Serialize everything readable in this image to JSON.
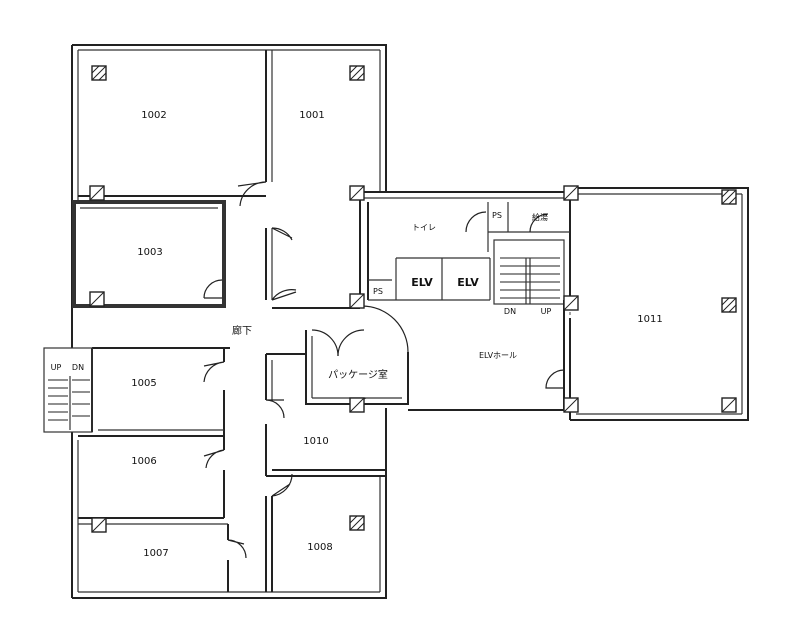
{
  "rooms": {
    "r1002": "1002",
    "r1001": "1001",
    "r1003": "1003",
    "r1011": "1011",
    "r1005": "1005",
    "r1006": "1006",
    "r1007": "1007",
    "r1010": "1010",
    "r1008": "1008"
  },
  "areas": {
    "corridor": "廊下",
    "toilet": "トイレ",
    "hot_water": "給湯",
    "ps_top": "PS",
    "ps_bottom": "PS",
    "elv1": "ELV",
    "elv2": "ELV",
    "elv_hall": "ELVホール",
    "package_room": "パッケージ室"
  },
  "stairs": {
    "right_dn": "DN",
    "right_up": "UP",
    "left_up": "UP",
    "left_dn": "DN"
  }
}
